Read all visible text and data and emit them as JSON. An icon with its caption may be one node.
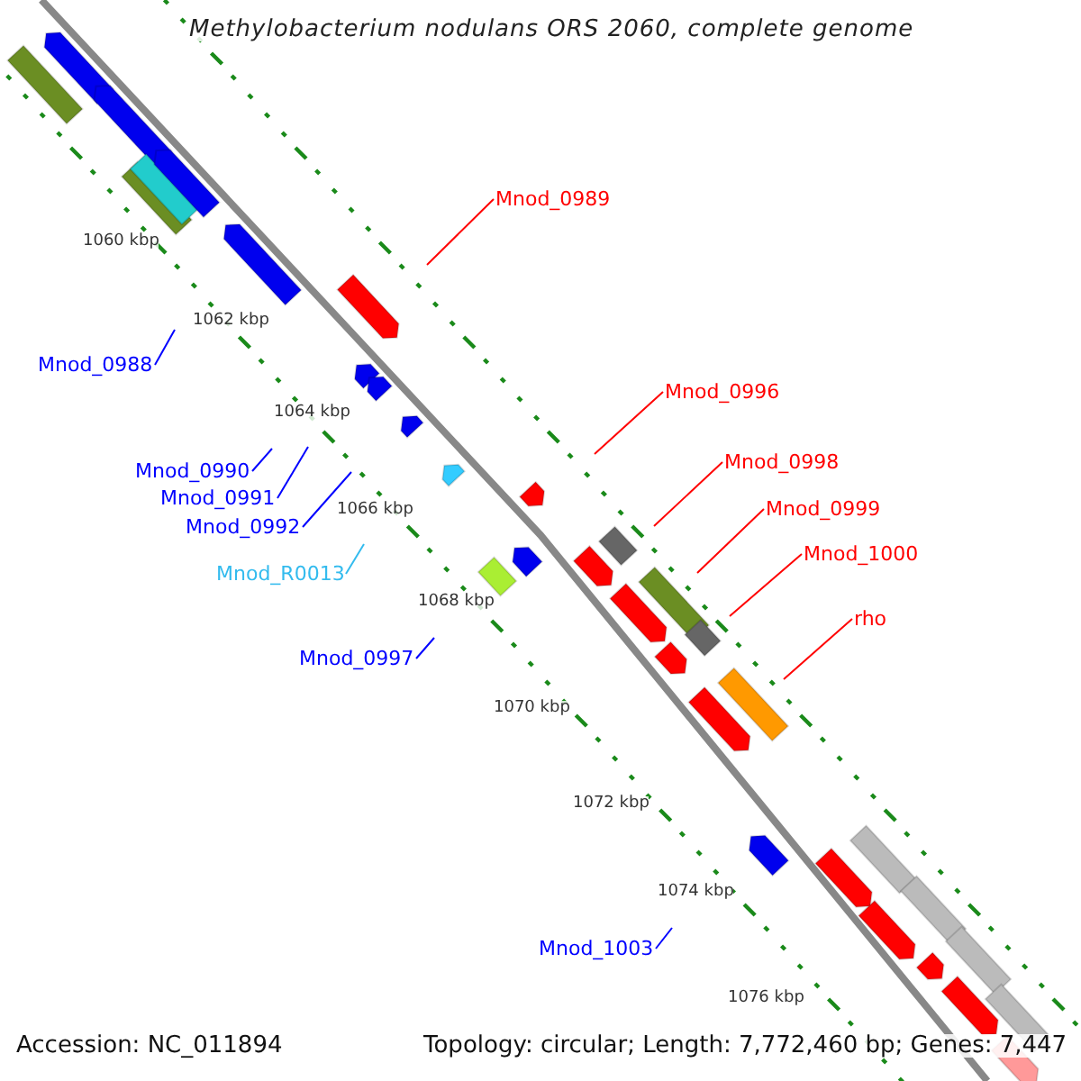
{
  "diagram": {
    "title": "Methylobacterium nodulans ORS 2060, complete genome",
    "nodes": [
      {
        "text": [
          "Mnod_0989"
        ]
      },
      {
        "text": [
          "Mnod_0988"
        ]
      },
      {
        "text": [
          "Mnod_0996"
        ]
      },
      {
        "text": [
          "Mnod_0998"
        ]
      },
      {
        "text": [
          "Mnod_0990"
        ]
      },
      {
        "text": [
          "Mnod_0991"
        ]
      },
      {
        "text": [
          "Mnod_0999"
        ]
      },
      {
        "text": [
          "Mnod_0992"
        ]
      },
      {
        "text": [
          "Mnod_1000"
        ]
      },
      {
        "text": [
          "Mnod_R0013"
        ]
      },
      {
        "text": [
          "rho"
        ]
      },
      {
        "text": [
          "Mnod_0997"
        ]
      },
      {
        "text": [
          "Mnod_1003"
        ]
      }
    ],
    "edges": [
      {
        "from": 0,
        "to": null,
        "arrow": "none"
      },
      {
        "from": 1,
        "to": null,
        "arrow": "none",
        "color": "#0000ff"
      },
      {
        "from": 2,
        "to": null,
        "arrow": "none"
      },
      {
        "from": 3,
        "to": null,
        "arrow": "none"
      },
      {
        "from": 4,
        "to": null,
        "arrow": "none",
        "color": "#0000ff"
      },
      {
        "from": 5,
        "to": null,
        "arrow": "none",
        "color": "#0000ff"
      },
      {
        "from": 6,
        "to": null,
        "arrow": "none"
      },
      {
        "from": 7,
        "to": null,
        "arrow": "none",
        "color": "#0000ff"
      },
      {
        "from": 8,
        "to": null,
        "arrow": "none"
      },
      {
        "from": 9,
        "to": null,
        "arrow": "none",
        "color": "#33bbee"
      },
      {
        "from": 10,
        "to": null,
        "arrow": "none"
      },
      {
        "from": 11,
        "to": null,
        "arrow": "none",
        "color": "#0000ff"
      },
      {
        "from": 12,
        "to": null,
        "arrow": "none",
        "color": "#0000ff"
      }
    ],
    "labels": [
      "1060 kbp",
      "1062 kbp",
      "1064 kbp",
      "1066 kbp",
      "1068 kbp",
      "1070 kbp",
      "1072 kbp",
      "1074 kbp",
      "1076 kbp",
      "Accession: NC_011894",
      "Topology: circular; Length: 7,772,460 bp; Genes: 7,447"
    ]
  }
}
